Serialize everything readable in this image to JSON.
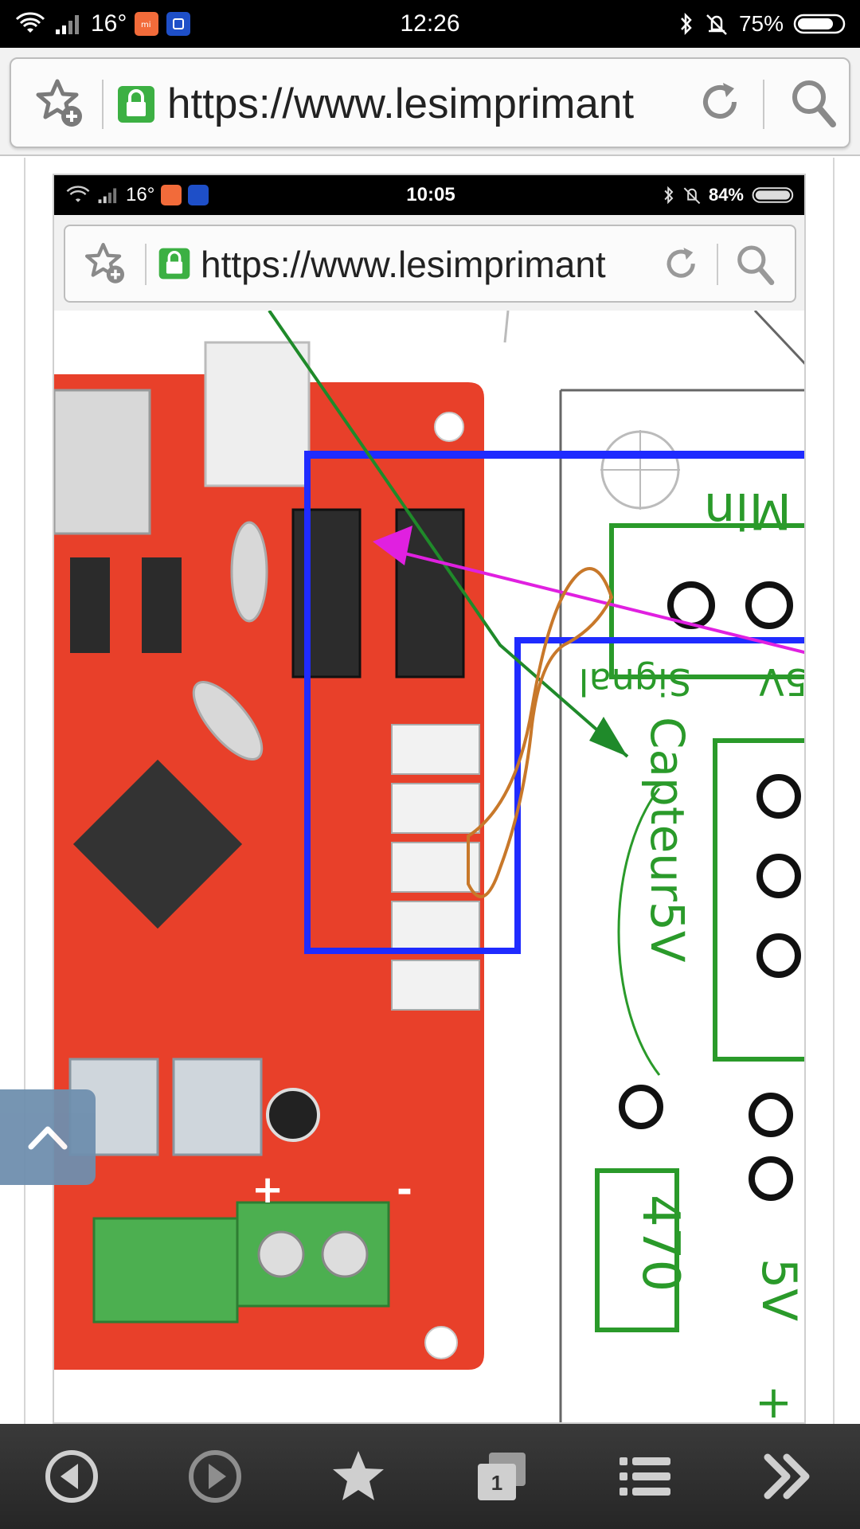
{
  "status_bar": {
    "signal_temp": "16°",
    "time": "12:26",
    "battery": "75%"
  },
  "browser": {
    "url": "https://www.lesimprimant",
    "tab_count": "1"
  },
  "embedded_screenshot": {
    "status_bar": {
      "signal_temp": "16°",
      "time": "10:05",
      "battery": "84%"
    },
    "url": "https://www.lesimprimant"
  },
  "diagram_labels": {
    "min_label": "Min",
    "signal_label": "Signal",
    "fivev_top": "5V",
    "sensor_label": "Capteur5V",
    "resistor_value": "470",
    "fivev_bottom": "5V",
    "plus_sign": "+",
    "board_minus": "-",
    "board_plus": "+"
  },
  "colors": {
    "pcb_red": "#e8402a",
    "frame_blue": "#1f2bff",
    "wire_magenta": "#e020e0",
    "wire_green": "#1f8a2a",
    "wire_orange": "#c8782a",
    "schematic_green": "#2a9a2a",
    "url_lock_green": "#3cb043"
  },
  "icons": {
    "bookmark_add": "star-plus-icon",
    "secure": "lock-icon",
    "reload": "reload-icon",
    "search": "search-icon",
    "back": "back-icon",
    "forward": "forward-icon",
    "bookmarks": "star-icon",
    "tabs": "tabs-icon",
    "menu": "menu-icon",
    "more": "double-chevron-icon",
    "scroll_top": "chevron-up-icon"
  }
}
